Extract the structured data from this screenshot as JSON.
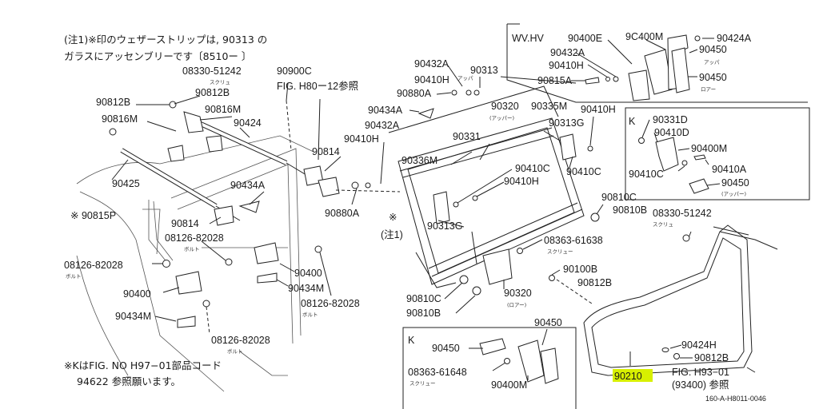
{
  "notes": {
    "line1": "(注1)※印のウェザーストリップは, 90313 の",
    "line2": "ガラスにアッセンブリーです〔8510ー 〕",
    "kline1": "※KはFIG. NO H97−01部品コード",
    "kline2": "94622 参照願います。",
    "fig_ref_top": "FIG. H80ー12参照",
    "fig_ref_bottom1": "FIG. H93−01",
    "fig_ref_bottom2": "(93400) 参照",
    "chu1": "(注1)",
    "asterisk": "※",
    "figure_code": "160-A-H8011-0046"
  },
  "insets": {
    "wvhv_title": "WV.HV",
    "k_title_right": "K",
    "k_title_bottom": "K"
  },
  "sublabels": {
    "sukuryu": "スクリュ",
    "boruto": "ボルト",
    "appa": "アッパ",
    "roa": "ロアー",
    "appa_full": "(アッパー)",
    "roa_full": "(ロアー)",
    "sukuryu_full": "スクリュー"
  },
  "labels": {
    "p08330_51242_a": "08330-51242",
    "p90900C": "90900C",
    "p90812B_a": "90812B",
    "p90812B_b": "90812B",
    "p90816M_a": "90816M",
    "p90816M_b": "90816M",
    "p90424": "90424",
    "p90425": "90425",
    "p90814_a": "90814",
    "p90814_b": "90814",
    "p90434A_a": "90434A",
    "p90434A_b": "90434A",
    "p90815P": "※ 90815P",
    "p08126_82028_a": "08126-82028",
    "p08126_82028_b": "08126-82028",
    "p08126_82028_c": "08126-82028",
    "p08126_82028_d": "08126-82028",
    "p90400_a": "90400",
    "p90400_b": "90400",
    "p90434M_a": "90434M",
    "p90434M_b": "90434M",
    "p90410H_a": "90410H",
    "p90410H_b": "90410H",
    "p90410H_c": "90410H",
    "p90410H_d": "90410H",
    "p90880A_a": "90880A",
    "p90880A_b": "90880A",
    "p90432A_a": "90432A",
    "p90432A_b": "90432A",
    "p90432A_c": "90432A",
    "p90313": "90313",
    "p90320_a": "90320",
    "p90320_b": "90320",
    "p90335M": "90335M",
    "p90331": "90331",
    "p90336M": "90336M",
    "p90313G_a": "90313G",
    "p90313G_b": "90313G",
    "p90410C_a": "90410C",
    "p90410C_b": "90410C",
    "p90410C_c": "90410C",
    "p90810C_a": "90810C",
    "p90810C_b": "90810C",
    "p90810B_a": "90810B",
    "p90810B_b": "90810B",
    "p08363_61638": "08363-61638",
    "p90100B": "90100B",
    "p90812B_c": "90812B",
    "p90812B_d": "90812B",
    "p08330_51242_b": "08330-51242",
    "p90400E": "90400E",
    "p90400M_a": "9C400M",
    "p90400M_b": "90400M",
    "p90400M_c": "90400M",
    "p90424A": "90424A",
    "p90450_a": "90450",
    "p90450_b": "90450",
    "p90450_c": "90450",
    "p90450_d": "90450",
    "p90450_e": "90450",
    "p90815A": "90815A",
    "p90331D": "90331D",
    "p90410D": "90410D",
    "p90410A": "90410A",
    "p08363_61648": "08363-61648",
    "p90424H": "90424H",
    "p90210": "90210"
  },
  "colors": {
    "line": "#222222",
    "highlight": "#d8f000",
    "background": "#ffffff"
  }
}
